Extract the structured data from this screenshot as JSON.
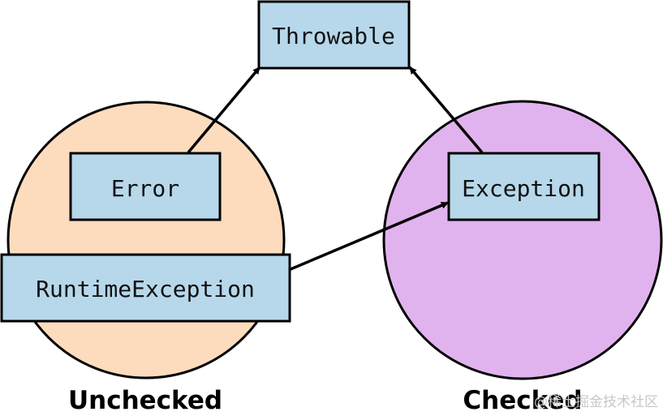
{
  "nodes": {
    "throwable": "Throwable",
    "error": "Error",
    "exception": "Exception",
    "runtime_exception": "RuntimeException"
  },
  "groups": {
    "unchecked": "Unchecked",
    "checked": "Checked"
  },
  "watermark": "@稀土掘金技术社区",
  "colors": {
    "unchecked_fill": "#fddcbe",
    "checked_fill": "#e1b3ee",
    "box_fill": "#b7d8eb",
    "stroke": "#000000"
  }
}
